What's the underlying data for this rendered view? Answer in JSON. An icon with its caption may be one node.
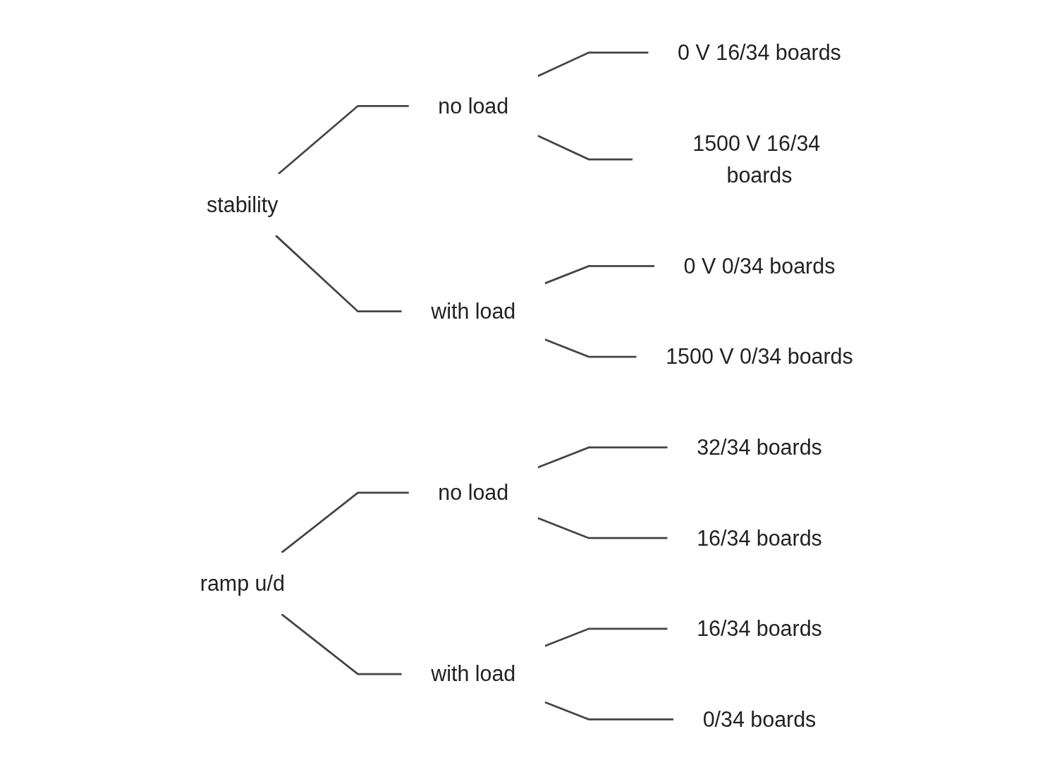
{
  "diagram": {
    "nodes": [
      {
        "text": [
          "stability"
        ]
      },
      {
        "text": [
          "no load"
        ]
      },
      {
        "text": [
          "with load"
        ]
      },
      {
        "text": [
          "0 V 16/34 boards"
        ]
      },
      {
        "text": [
          "1500 V 16/34 boards"
        ]
      },
      {
        "text": [
          "0 V 0/34 boards"
        ]
      },
      {
        "text": [
          "1500 V 0/34 boards"
        ]
      },
      {
        "text": [
          "ramp u/d"
        ]
      },
      {
        "text": [
          "no load"
        ]
      },
      {
        "text": [
          "with load"
        ]
      },
      {
        "text": [
          "32/34 boards"
        ]
      },
      {
        "text": [
          "16/34 boards"
        ]
      },
      {
        "text": [
          "16/34 boards"
        ]
      },
      {
        "text": [
          "0/34 boards"
        ]
      }
    ],
    "edges": [
      {
        "from": 0,
        "to": 1,
        "arrow": "none"
      },
      {
        "from": 0,
        "to": 2,
        "arrow": "none"
      },
      {
        "from": 1,
        "to": 3,
        "arrow": "none"
      },
      {
        "from": 1,
        "to": 4,
        "arrow": "none"
      },
      {
        "from": 2,
        "to": 5,
        "arrow": "none"
      },
      {
        "from": 2,
        "to": 6,
        "arrow": "none"
      },
      {
        "from": 7,
        "to": 8,
        "arrow": "none"
      },
      {
        "from": 7,
        "to": 9,
        "arrow": "none"
      },
      {
        "from": 8,
        "to": 10,
        "arrow": "none"
      },
      {
        "from": 8,
        "to": 11,
        "arrow": "none"
      },
      {
        "from": 9,
        "to": 12,
        "arrow": "none"
      },
      {
        "from": 9,
        "to": 13,
        "arrow": "none"
      }
    ]
  }
}
